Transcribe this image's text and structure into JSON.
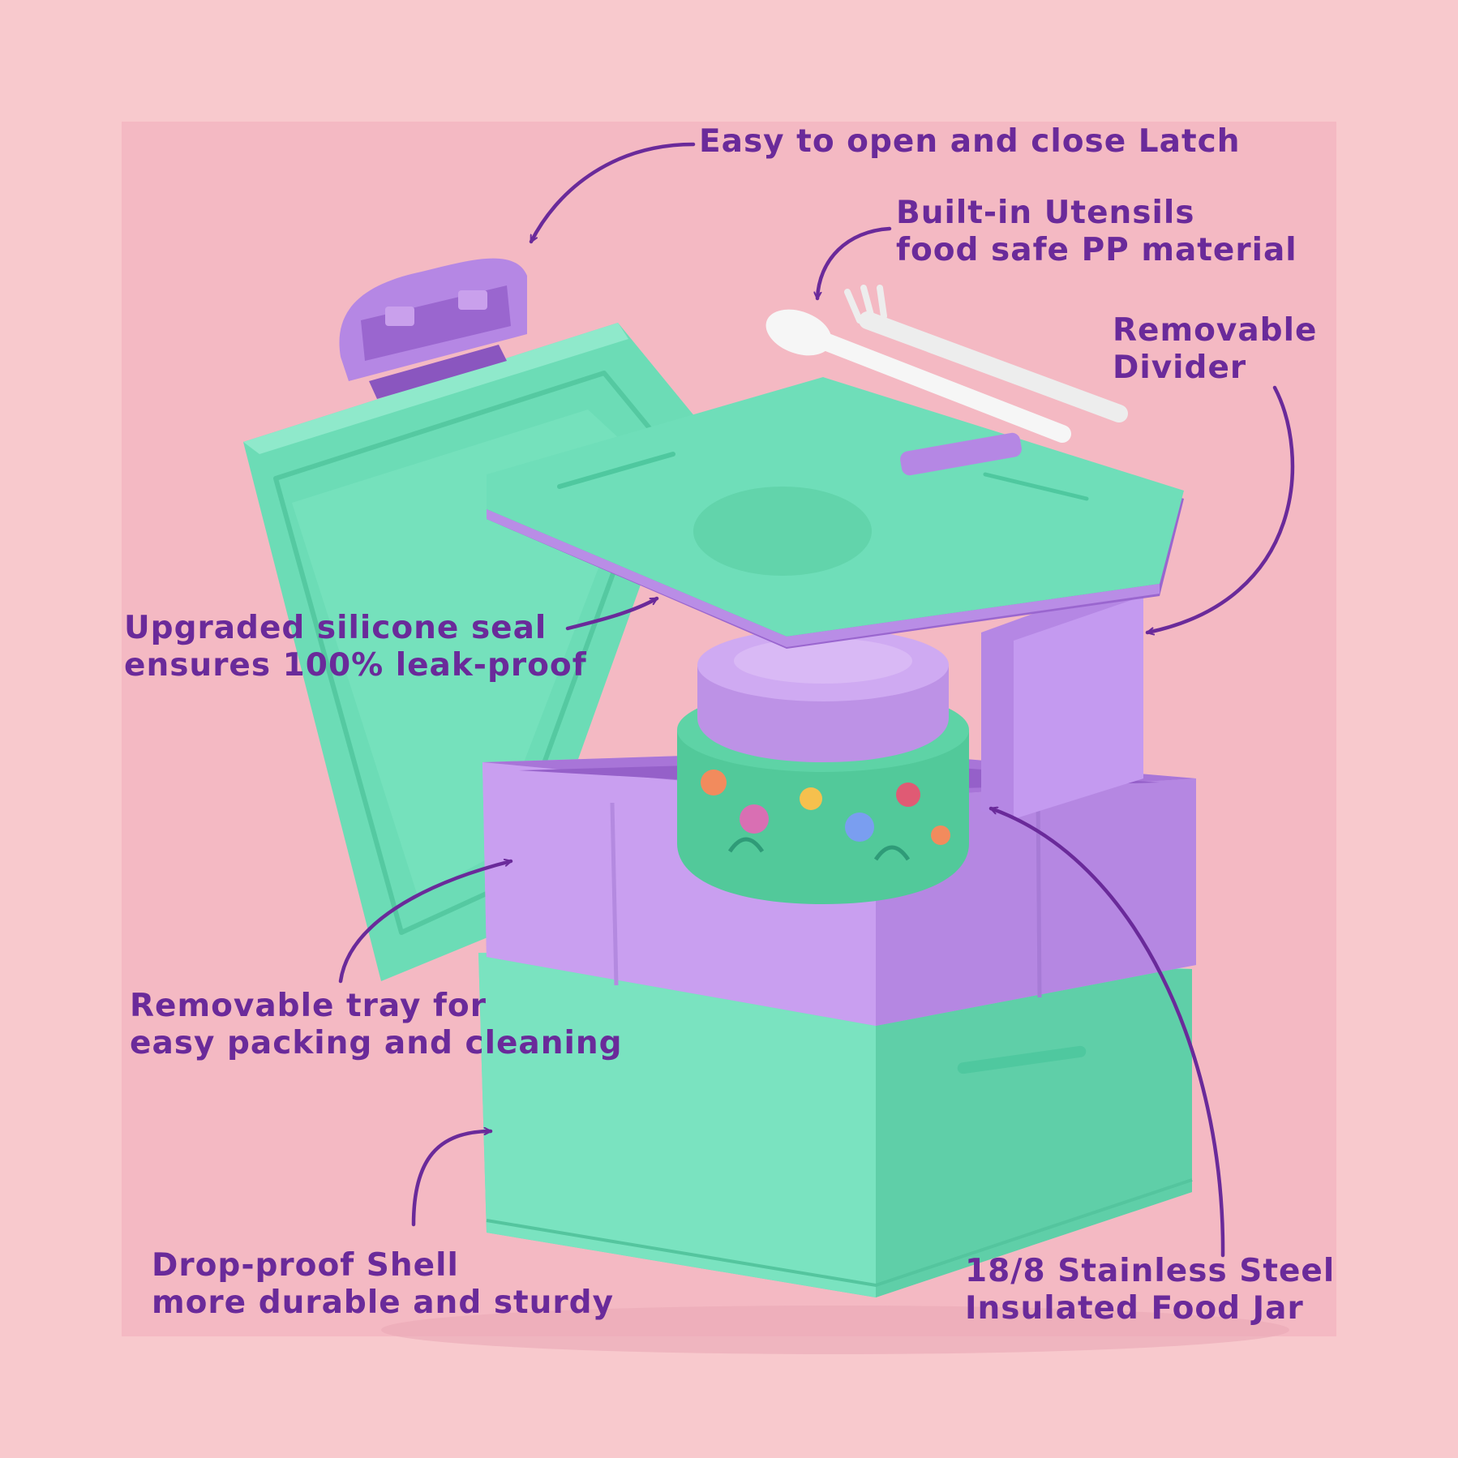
{
  "colors": {
    "background": "#f8c9cd",
    "panel": "#f4b9c3",
    "mint": "#75e1bd",
    "mint_dark": "#4fc89f",
    "lavender": "#c9a0ec",
    "lavender_dark": "#a875d8",
    "text_purple": "#6a2a9a",
    "utensil_white": "#f6f6f6"
  },
  "callouts": {
    "latch": {
      "lines": [
        "Easy to open and close Latch"
      ]
    },
    "utensils": {
      "lines": [
        "Built-in Utensils",
        "food safe PP material"
      ]
    },
    "divider": {
      "lines": [
        "Removable",
        "Divider"
      ]
    },
    "seal": {
      "lines": [
        "Upgraded silicone seal",
        "ensures 100% leak-proof"
      ]
    },
    "tray": {
      "lines": [
        "Removable tray for",
        "easy packing and cleaning"
      ]
    },
    "shell": {
      "lines": [
        "Drop-proof Shell",
        "more durable and sturdy"
      ]
    },
    "jar": {
      "lines": [
        "18/8 Stainless Steel",
        "Insulated Food Jar"
      ]
    }
  },
  "icons": [
    "arrow-icon",
    "spoon-icon",
    "fork-icon",
    "latch-icon",
    "mermaid-pattern-icon"
  ]
}
